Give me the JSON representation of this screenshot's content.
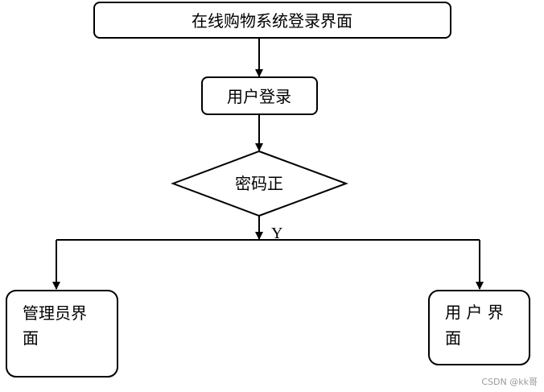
{
  "diagram": {
    "title_node": "在线购物系统登录界面",
    "login_node": "用户登录",
    "decision_node": "密码正",
    "branch_label": "Y",
    "admin_node": {
      "line1": "管理员界",
      "line2": "面"
    },
    "user_node": {
      "line1": "用 户 界",
      "line2": "面"
    }
  },
  "watermark": "CSDN @kk哥"
}
